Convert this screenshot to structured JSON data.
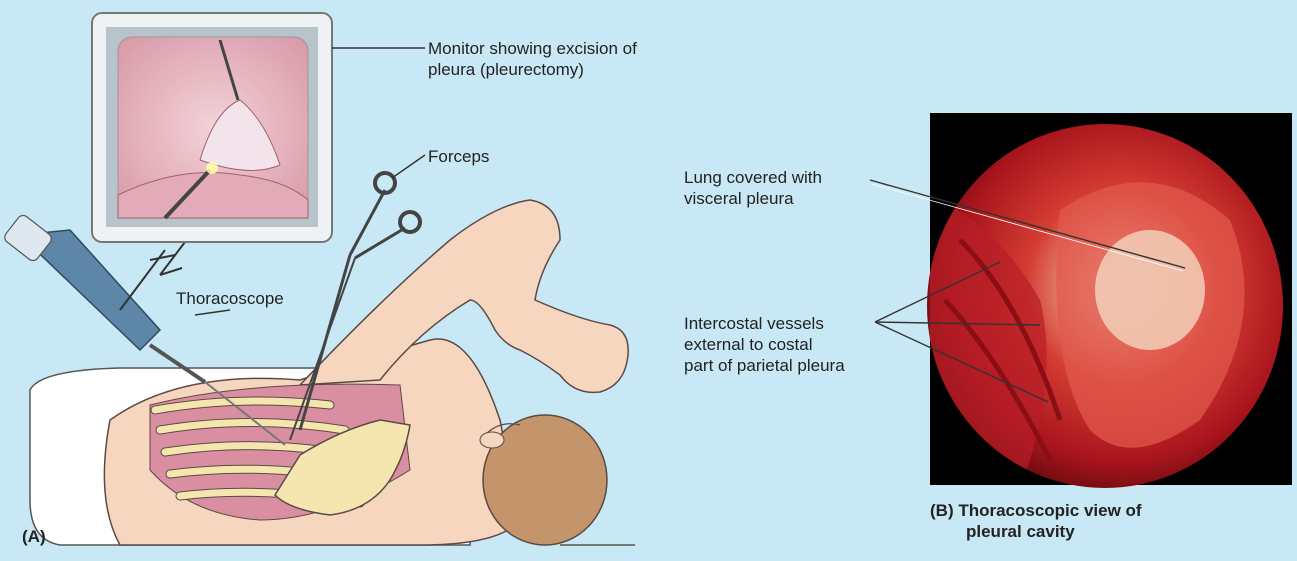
{
  "labels": {
    "monitor": [
      "Monitor showing excision of",
      "pleura (pleurectomy)"
    ],
    "forceps": "Forceps",
    "thoracoscope": "Thoracoscope",
    "lung": [
      "Lung covered with",
      "visceral pleura"
    ],
    "vessels": [
      "Intercostal vessels",
      "external to costal",
      "part of parietal pleura"
    ]
  },
  "panels": {
    "a_label": "(A)",
    "b_caption": [
      "(B) Thoracoscopic view of",
      "pleural cavity"
    ]
  },
  "colors": {
    "background": "#c9e8f6",
    "skin": "#f7d6c0",
    "rib": "#f5e6b0",
    "intercostal": "#d98ea1",
    "hair": "#c4956a",
    "pleura_red": "#c8202a"
  }
}
